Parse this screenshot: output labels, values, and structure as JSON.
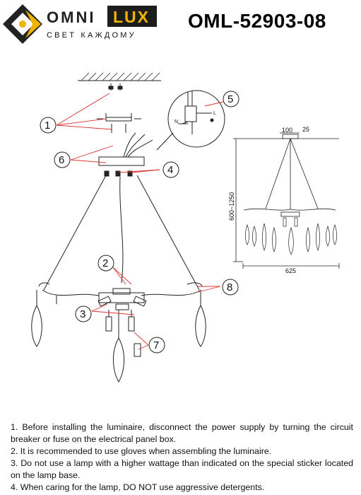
{
  "brand": {
    "name_left": "OMNI",
    "name_right": "LUX",
    "tagline": "СВЕТ КАЖДОМУ",
    "accent_color": "#f0b400"
  },
  "model": "OML-52903-08",
  "callouts": [
    "1",
    "2",
    "3",
    "4",
    "5",
    "6",
    "7",
    "8"
  ],
  "wiring": {
    "neutral": "N",
    "live": "L"
  },
  "dimensions": {
    "top_width": "100",
    "canopy_offset": "25",
    "height_range": "600~1250",
    "overall_width": "625"
  },
  "notes": [
    "1. Before installing the luminaire, disconnect the power supply by turning the circuit breaker or fuse on the electrical panel box.",
    "2. It is recommended to use gloves when assembling the luminaire.",
    "3. Do not use a lamp with a higher wattage than indicated on the special sticker located on the lamp base.",
    "4. When caring for the lamp, DO NOT use aggressive detergents."
  ]
}
